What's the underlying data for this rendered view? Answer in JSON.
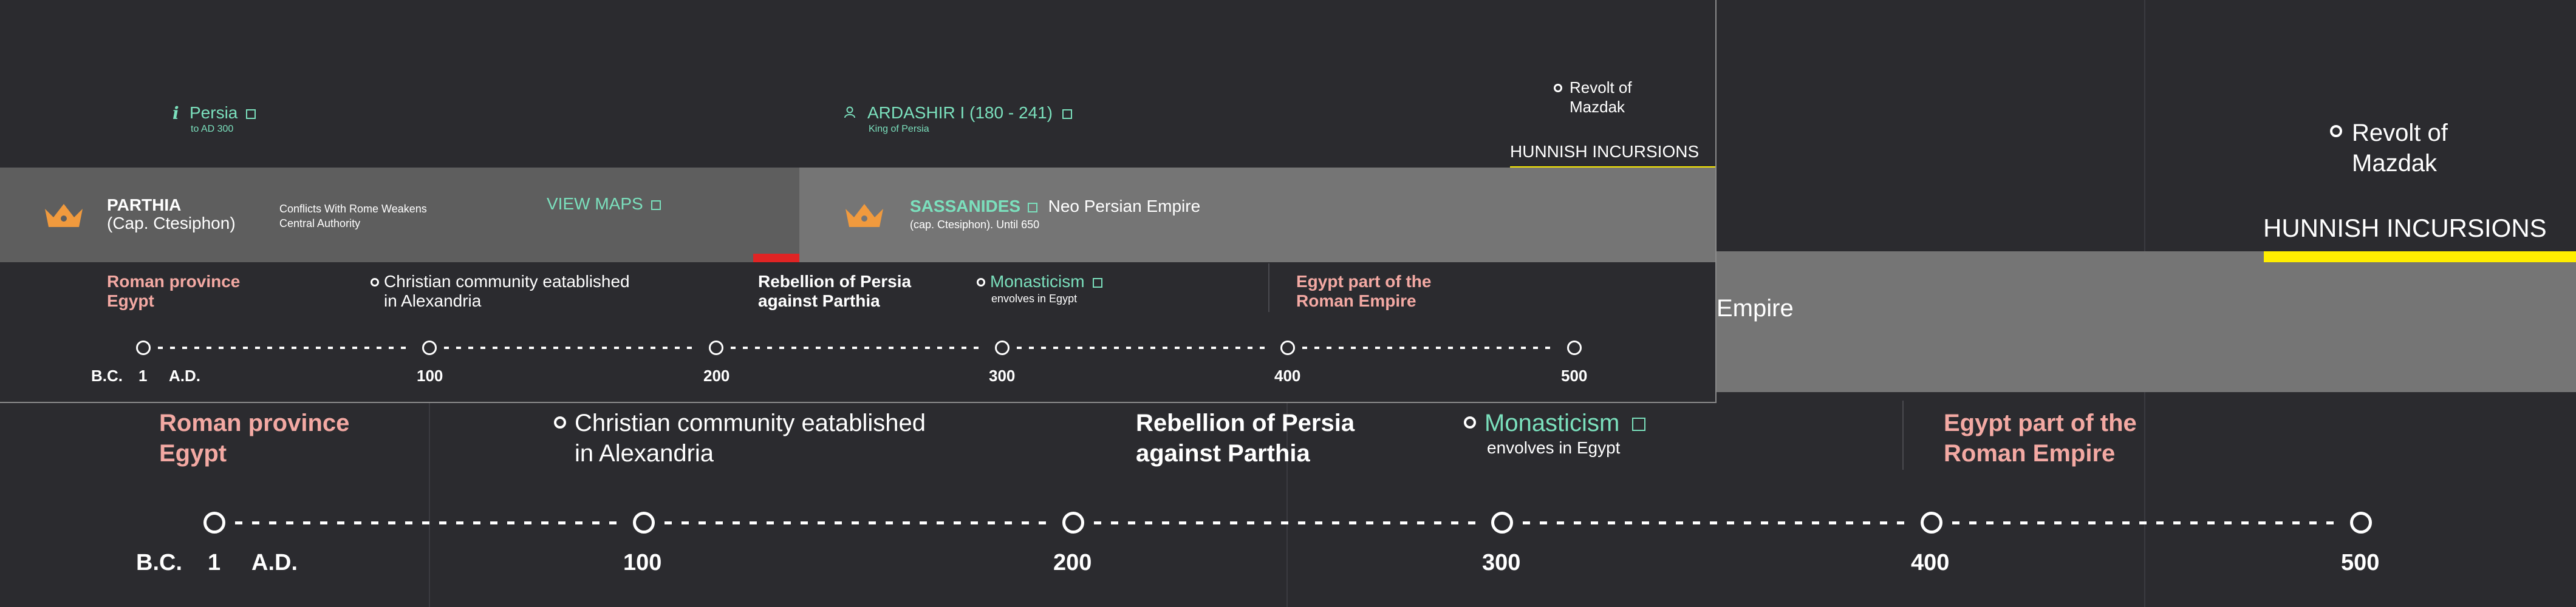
{
  "colors": {
    "teal": "#7be0bd",
    "pink": "#f3a9a3",
    "yellow": "#ffee00",
    "red": "#e02424",
    "band": "#757575",
    "band_dark": "#5e5e5e",
    "bg": "#2b2b2f",
    "crown": "#f09a3e"
  },
  "background": {
    "empire_fragment": "Empire",
    "revolt": [
      "Revolt of",
      "Mazdak"
    ],
    "hunnish": "HUNNISH INCURSIONS",
    "events": {
      "roman_province": [
        "Roman province",
        "Egypt"
      ],
      "christian": [
        "Christian community eatablished",
        "in Alexandria"
      ],
      "rebellion": [
        "Rebellion of Persia",
        "against Parthia"
      ],
      "monasticism": "Monasticism",
      "monasticism_sub": "envolves in Egypt",
      "egypt_part": [
        "Egypt part of the",
        "Roman Empire"
      ]
    },
    "axis": {
      "bc": "B.C.",
      "one": "1",
      "ad": "A.D.",
      "ticks": [
        "100",
        "200",
        "300",
        "400",
        "500"
      ]
    }
  },
  "panel": {
    "persia": {
      "icon": "info-icon",
      "label": "Persia",
      "sub": "to AD 300"
    },
    "ardashir": {
      "icon": "person-icon",
      "label": "ARDASHIR I (180 - 241)",
      "sub": "King of Persia"
    },
    "revolt": [
      "Revolt of",
      "Mazdak"
    ],
    "hunnish": "HUNNISH INCURSIONS",
    "parthia": {
      "title": "PARTHIA",
      "cap": "(Cap. Ctesiphon)",
      "note": [
        "Conflicts With Rome Weakens",
        "Central Authority"
      ],
      "view_maps": "VIEW MAPS"
    },
    "sassanides": {
      "title": "SASSANIDES",
      "desc": "Neo Persian Empire",
      "cap": "(cap. Ctesiphon). Until 650"
    },
    "events": {
      "roman_province": [
        "Roman province",
        "Egypt"
      ],
      "christian": [
        "Christian community eatablished",
        "in Alexandria"
      ],
      "rebellion": [
        "Rebellion of Persia",
        "against Parthia"
      ],
      "monasticism": "Monasticism",
      "monasticism_sub": "envolves in Egypt",
      "egypt_part": [
        "Egypt part of the",
        "Roman Empire"
      ]
    },
    "axis": {
      "bc": "B.C.",
      "one": "1",
      "ad": "A.D.",
      "ticks": [
        "100",
        "200",
        "300",
        "400",
        "500"
      ]
    }
  }
}
